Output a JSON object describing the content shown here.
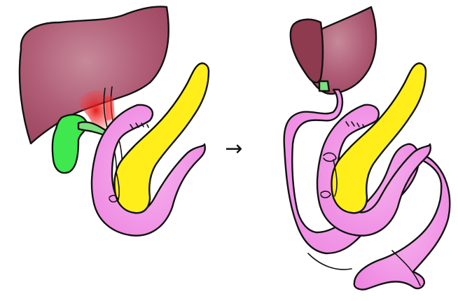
{
  "figure": {
    "description_visible_text": "",
    "arrow_glyph": "→"
  },
  "colors": {
    "liver": "#a9506a",
    "liver_light": "#c48a9c",
    "liver_cut": "#8e3a4f",
    "pancreas": "#ffee1a",
    "bowel": "#f08ee4",
    "bowel_light": "#f6b6ee",
    "gallbladder": "#3ee84e",
    "tumor": "#e11a1a",
    "bile_duct_stent": "#7be07d",
    "outline": "#111111"
  },
  "panels": [
    {
      "name": "before-surgery",
      "structures": [
        "liver",
        "gallbladder",
        "bile-duct",
        "hilar-tumor",
        "duodenum",
        "pancreas"
      ]
    },
    {
      "name": "after-surgery",
      "structures": [
        "resected-liver",
        "hepaticojejunostomy",
        "roux-limb",
        "duodenum",
        "pancreas"
      ]
    }
  ]
}
